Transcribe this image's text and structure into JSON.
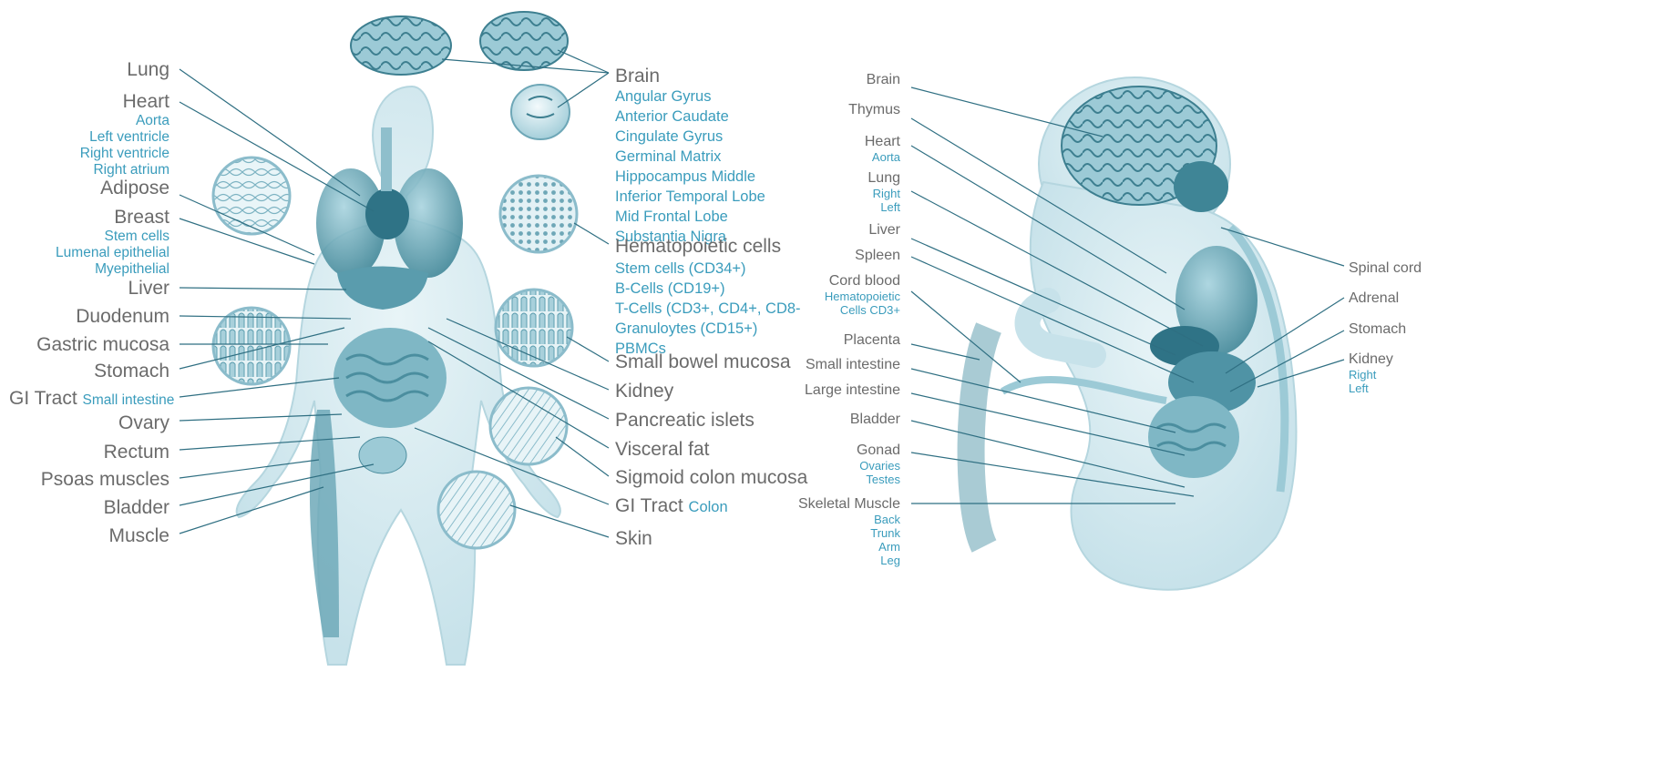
{
  "adult_left": [
    {
      "label": "Lung",
      "subs": []
    },
    {
      "label": "Heart",
      "subs": [
        "Aorta",
        "Left ventricle",
        "Right ventricle",
        "Right atrium"
      ]
    },
    {
      "label": "Adipose",
      "subs": []
    },
    {
      "label": "Breast",
      "subs": [
        "Stem cells",
        "Lumenal epithelial",
        "Myepithelial"
      ]
    },
    {
      "label": "Liver",
      "subs": []
    },
    {
      "label": "Duodenum",
      "subs": []
    },
    {
      "label": "Gastric mucosa",
      "subs": []
    },
    {
      "label": "Stomach",
      "subs": []
    },
    {
      "label": "GI Tract",
      "inline_sub": "Small intestine"
    },
    {
      "label": "Ovary",
      "subs": []
    },
    {
      "label": "Rectum",
      "subs": []
    },
    {
      "label": "Psoas muscles",
      "subs": []
    },
    {
      "label": "Bladder",
      "subs": []
    },
    {
      "label": "Muscle",
      "subs": []
    }
  ],
  "adult_right": [
    {
      "label": "Brain",
      "subs": [
        "Angular Gyrus",
        "Anterior Caudate",
        "Cingulate Gyrus",
        "Germinal Matrix",
        "Hippocampus Middle",
        "Inferior Temporal Lobe",
        "Mid Frontal Lobe",
        "Substantia Nigra"
      ]
    },
    {
      "label": "Hematopoietic cells",
      "subs": [
        "Stem cells (CD34+)",
        "B-Cells (CD19+)",
        "T-Cells (CD3+, CD4+, CD8-",
        "Granuloytes (CD15+)",
        "PBMCs"
      ]
    },
    {
      "label": "Small bowel mucosa"
    },
    {
      "label": "Kidney"
    },
    {
      "label": "Pancreatic islets"
    },
    {
      "label": "Visceral fat"
    },
    {
      "label": "Sigmoid colon mucosa"
    },
    {
      "label": "GI Tract",
      "inline_sub": "Colon"
    },
    {
      "label": "Skin"
    }
  ],
  "baby_left": [
    {
      "label": "Brain",
      "subs": []
    },
    {
      "label": "Thymus",
      "subs": []
    },
    {
      "label": "Heart",
      "subs": [
        "Aorta"
      ]
    },
    {
      "label": "Lung",
      "subs": [
        "Right",
        "Left"
      ]
    },
    {
      "label": "Liver",
      "subs": []
    },
    {
      "label": "Spleen",
      "subs": []
    },
    {
      "label": "Cord blood",
      "subs": [
        "Hematopoietic",
        "Cells CD3+"
      ]
    },
    {
      "label": "Placenta",
      "subs": []
    },
    {
      "label": "Small intestine",
      "subs": []
    },
    {
      "label": "Large intestine",
      "subs": []
    },
    {
      "label": "Bladder",
      "subs": []
    },
    {
      "label": "Gonad",
      "subs": [
        "Ovaries",
        "Testes"
      ]
    },
    {
      "label": "Skeletal Muscle",
      "subs": [
        "Back",
        "Trunk",
        "Arm",
        "Leg"
      ]
    }
  ],
  "baby_right": [
    {
      "label": "Spinal cord",
      "subs": []
    },
    {
      "label": "Adrenal",
      "subs": []
    },
    {
      "label": "Stomach",
      "subs": []
    },
    {
      "label": "Kidney",
      "subs": [
        "Right",
        "Left"
      ]
    }
  ],
  "colors": {
    "label": "#6b6b6b",
    "sub": "#3a9cbc",
    "tissue": "#8cc2cf",
    "tissue_dark": "#3f8fa3",
    "line": "#2f6f82"
  }
}
